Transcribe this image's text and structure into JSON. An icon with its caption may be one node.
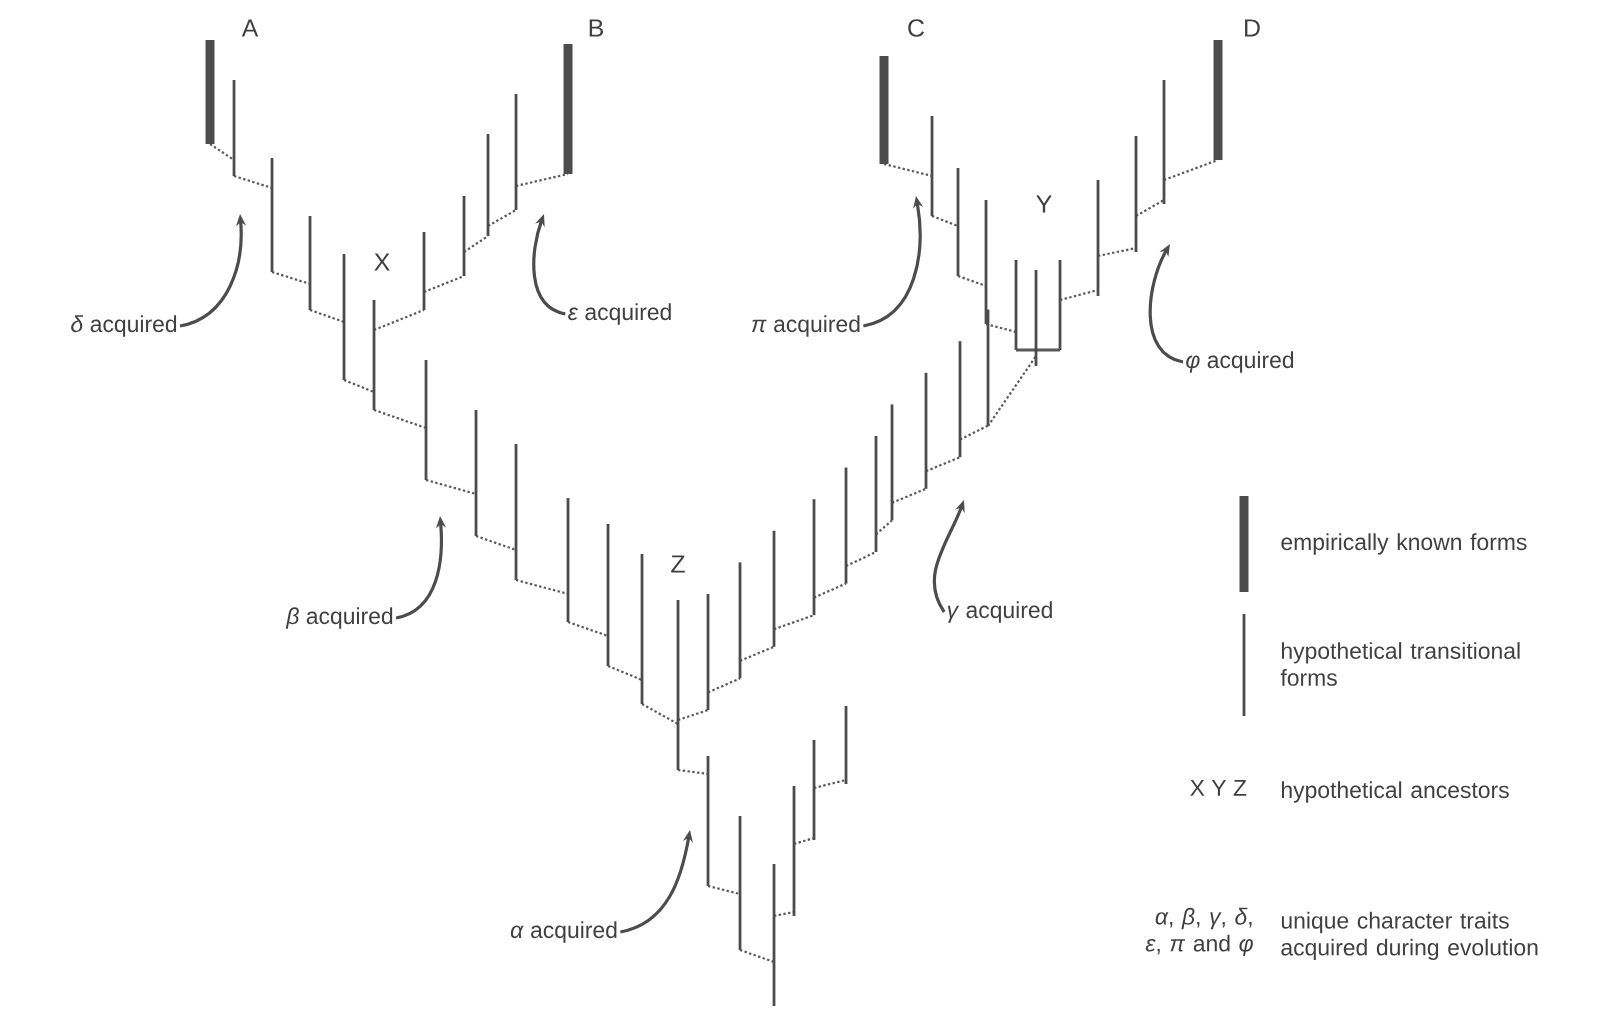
{
  "diagram": {
    "nodes": [
      {
        "text": [
          "*δ* acquired"
        ]
      },
      {
        "text": [
          "*ε* acquired"
        ]
      },
      {
        "text": [
          "*π* acquired"
        ]
      },
      {
        "text": [
          "*φ* acquired"
        ]
      },
      {
        "text": [
          "*β* acquired"
        ]
      },
      {
        "text": [
          "*γ* acquired"
        ]
      },
      {
        "text": [
          "*α* acquired"
        ]
      }
    ],
    "edges": [
      {
        "from": 0,
        "to": null,
        "arrow": "to"
      },
      {
        "from": 1,
        "to": null,
        "arrow": "to"
      },
      {
        "from": 2,
        "to": null,
        "arrow": "to"
      },
      {
        "from": 3,
        "to": null,
        "arrow": "to"
      },
      {
        "from": 4,
        "to": null,
        "arrow": "to"
      },
      {
        "from": 5,
        "to": null,
        "arrow": "to"
      },
      {
        "from": 6,
        "to": null,
        "arrow": "to"
      }
    ],
    "labels": [
      "A",
      "B",
      "C",
      "D",
      "X",
      "Y",
      "Z",
      "X Y Z",
      "hypothetical ancestors",
      "*α*, *β*, *γ*, *δ*, *ε*, *π* and *φ*",
      "unique character traits acquired during evolution"
    ],
    "legend": [
      {
        "text": "empirically known forms"
      },
      {
        "text": "hypothetical transitional forms"
      }
    ]
  }
}
